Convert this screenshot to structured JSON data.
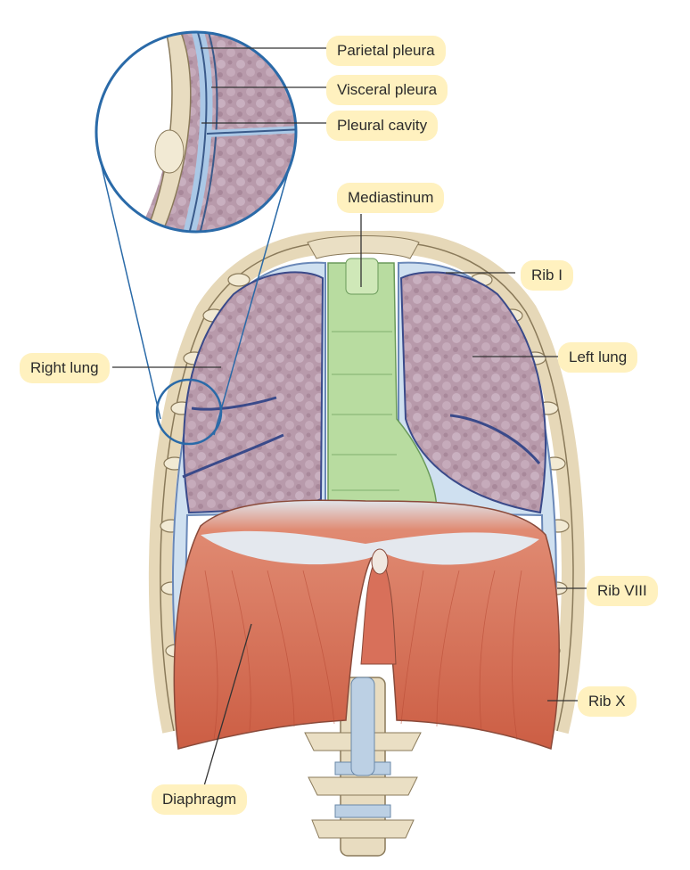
{
  "labels": {
    "parietal_pleura": "Parietal pleura",
    "visceral_pleura": "Visceral pleura",
    "pleural_cavity": "Pleural cavity",
    "mediastinum": "Mediastinum",
    "rib_i": "Rib I",
    "right_lung": "Right lung",
    "left_lung": "Left lung",
    "rib_viii": "Rib VIII",
    "rib_x": "Rib X",
    "diaphragm": "Diaphragm"
  },
  "colors": {
    "label_highlight": "#fff1bf",
    "lung": "#b89aab",
    "pleura": "#aac8e6",
    "mediastinum": "#b8dca0",
    "diaphragm": "#d8705a",
    "bone": "#e8dcc0",
    "leader": "#333333",
    "magnifier": "#2a6aa8"
  }
}
